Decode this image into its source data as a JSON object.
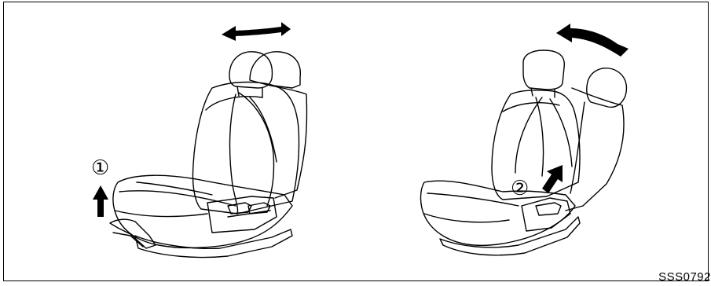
{
  "figure": {
    "step_1_marker": "①",
    "step_2_marker": "②",
    "figure_code": "SSS0792"
  },
  "colors": {
    "line": "#000000",
    "background": "#ffffff"
  },
  "icons": [
    "slide-arrow-icon",
    "recline-arrow-icon",
    "lift-arrow-icon",
    "push-arrow-icon"
  ]
}
